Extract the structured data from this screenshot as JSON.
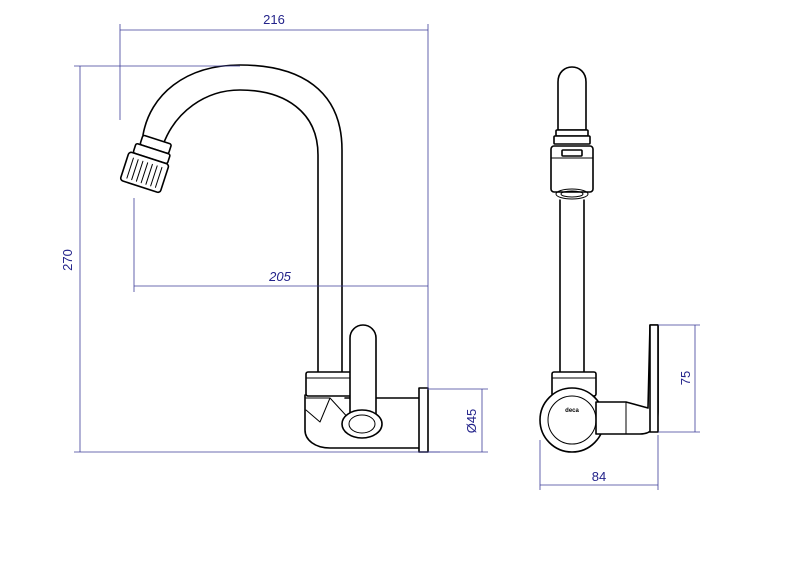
{
  "dimensions": {
    "width_total": "216",
    "height_total": "270",
    "reach": "205",
    "diameter": "Ø45",
    "depth": "84",
    "lever_height": "75"
  },
  "brand_label": "deca",
  "colors": {
    "dimension": "#23238a",
    "outline": "#000000"
  }
}
